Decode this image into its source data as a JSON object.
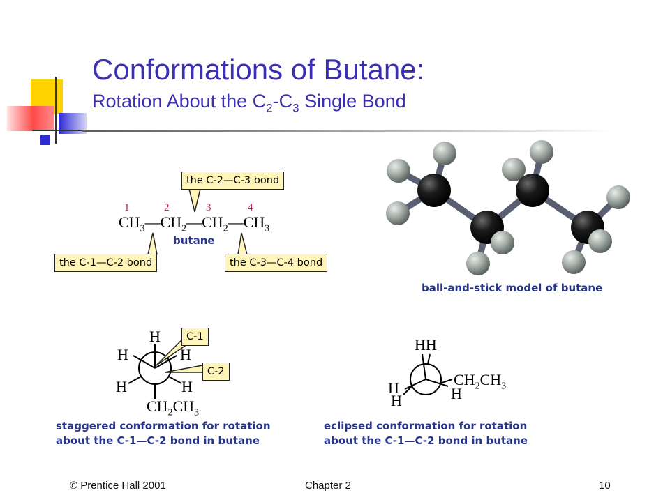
{
  "slide": {
    "title": "Conformations of Butane:",
    "subtitle_prefix": "Rotation About the C",
    "subtitle_sub1": "2",
    "subtitle_mid": "-C",
    "subtitle_sub2": "3",
    "subtitle_suffix": " Single Bond"
  },
  "butane_formula": {
    "numbers": [
      "1",
      "2",
      "3",
      "4"
    ],
    "groups": [
      {
        "main": "CH",
        "sub": "3"
      },
      {
        "main": "CH",
        "sub": "2"
      },
      {
        "main": "CH",
        "sub": "2"
      },
      {
        "main": "CH",
        "sub": "3"
      }
    ],
    "bond_symbol": "—",
    "name": "butane",
    "callouts": {
      "top": "the C-2—C-3 bond",
      "left": "the C-1—C-2 bond",
      "right": "the C-3—C-4 bond"
    }
  },
  "ball_stick": {
    "caption": "ball-and-stick model of butane"
  },
  "staggered": {
    "atoms": {
      "top": "H",
      "upper_left": "H",
      "upper_right": "H",
      "lower_left": "H",
      "lower_right": "H"
    },
    "bottom_main": "CH",
    "bottom_sub1": "2",
    "bottom_mid": "CH",
    "bottom_sub2": "3",
    "label_c1": "C-1",
    "label_c2": "C-2",
    "caption_line1": "staggered conformation for rotation",
    "caption_line2": "about the C-1—C-2 bond in butane"
  },
  "eclipsed": {
    "top_pair": "HH",
    "left_top": "H",
    "left_bottom": "H",
    "right_main": "CH",
    "right_sub": "2",
    "right_mid": "CH",
    "right_sub2": "3",
    "right_h": "H",
    "caption_line1": "eclipsed conformation for rotation",
    "caption_line2": "about the C-1—C-2 bond in butane"
  },
  "footer": {
    "left": "© Prentice Hall 2001",
    "center": "Chapter 2",
    "right": "10"
  },
  "colors": {
    "title": "#3b2fb2",
    "caption": "#27348b",
    "callout_fill": "#fff5b8",
    "carbon_number": "#c2185b",
    "carbon": "#111111",
    "hydrogen": "#a6aea9",
    "bond": "#5a5f72"
  }
}
